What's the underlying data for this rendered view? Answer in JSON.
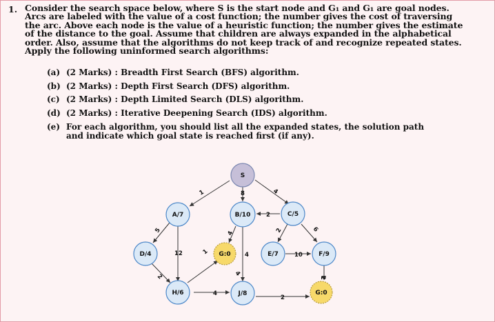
{
  "question": {
    "number": "1.",
    "lines": [
      "Consider the search space below, where S is the start node and G₁ and G₁ are goal nodes.",
      "Arcs are labeled with the value of a cost function; the number gives the cost of traversing",
      "the arc. Above each node is the value of a heuristic function; the number gives the estimate",
      "of the distance to the goal. Assume that children are always expanded in the alphabetical",
      "order. Also, assume that the algorithms do not keep track of and recognize repeated states.",
      "Apply the following uninformed search algorithms:"
    ]
  },
  "parts": [
    {
      "label": "(a)",
      "text": "(2 Marks) : Breadth First Search (BFS) algorithm."
    },
    {
      "label": "(b)",
      "text": "(2 Marks) : Depth First Search (DFS) algorithm."
    },
    {
      "label": "(c)",
      "text": "(2 Marks) : Depth Limited Search (DLS) algorithm."
    },
    {
      "label": "(d)",
      "text": "(2 Marks) : Iterative Deepening Search (IDS) algorithm."
    },
    {
      "label": "(e)",
      "text": "For each algorithm, you should list all the expanded states, the solution path and indicate which goal state is reached first (if any)."
    }
  ],
  "graph": {
    "colors": {
      "start": "#c6bfd8",
      "goal": "#f7d96a",
      "node": "#dbe9f7",
      "node_border": "#4a86c8",
      "edge": "#333333"
    },
    "nodes": {
      "S": "S",
      "A": "A/7",
      "B": "B/10",
      "C": "C/5",
      "D": "D/4",
      "G1": "G:0",
      "E": "E/7",
      "F": "F/9",
      "H": "H/6",
      "J": "J/8",
      "G2": "G:0"
    },
    "edges": {
      "SA": "1",
      "SB": "8",
      "SC": "4",
      "AD": "5",
      "AH": "12",
      "DH": "2",
      "HJ": "4",
      "BG1": "4",
      "BJ": "4",
      "CB": "2",
      "CE": "2",
      "CF": "6",
      "EF": "10",
      "FG2": "2",
      "JG2": "2",
      "HG1": "1"
    }
  }
}
